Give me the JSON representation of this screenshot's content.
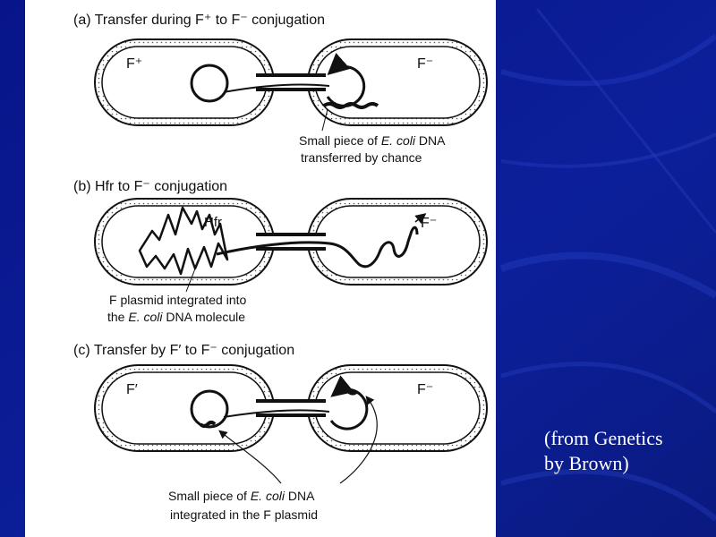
{
  "panels": {
    "a": {
      "title": "(a) Transfer during F⁺ to F⁻ conjugation",
      "left_cell_label": "F⁺",
      "right_cell_label": "F⁻",
      "annotation_line1_pre": "Small piece of ",
      "annotation_line1_italic": "E. coli",
      "annotation_line1_post": " DNA",
      "annotation_line2": "transferred by chance"
    },
    "b": {
      "title": "(b) Hfr to F⁻ conjugation",
      "left_cell_label": "Hfr",
      "right_cell_label": "F⁻",
      "annotation_line1": "F plasmid integrated into",
      "annotation_line2_pre": "the ",
      "annotation_line2_italic": "E. coli",
      "annotation_line2_post": " DNA molecule"
    },
    "c": {
      "title": "(c) Transfer by F′ to F⁻ conjugation",
      "left_cell_label": "F′",
      "right_cell_label": "F⁻",
      "annotation_line1_pre": "Small piece of ",
      "annotation_line1_italic": "E. coli",
      "annotation_line1_post": " DNA",
      "annotation_line2": "integrated in the F plasmid"
    }
  },
  "caption": {
    "line1": "(from Genetics",
    "line2": "by Brown)"
  },
  "colors": {
    "background": "#0a1a8c",
    "figure_background": "#ffffff",
    "ink": "#111111"
  }
}
